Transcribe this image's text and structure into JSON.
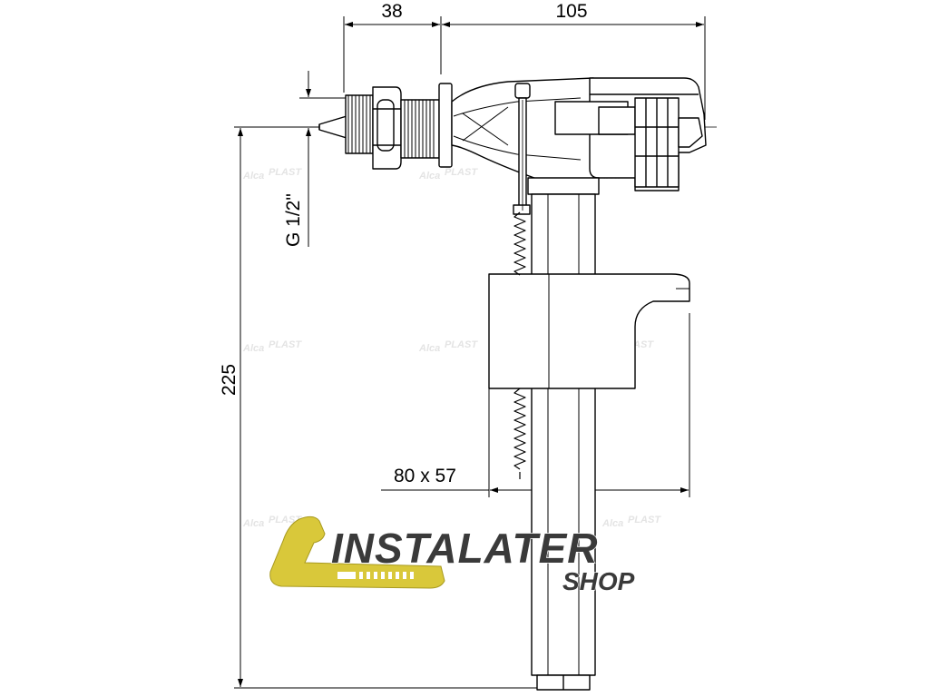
{
  "dimensions": {
    "top_left": "38",
    "top_right": "105",
    "thread": "G 1/2\"",
    "height": "225",
    "float_size": "80 x 57"
  },
  "watermark": {
    "brand_a": "Alca",
    "brand_b": "PLAST"
  },
  "logo": {
    "word1": "INSTALATER",
    "word2": "SHOP",
    "colors": {
      "yellow": "#d9c83a",
      "dark": "#3a3a3a"
    }
  },
  "colors": {
    "line": "#000000",
    "hatch": "#555555"
  }
}
